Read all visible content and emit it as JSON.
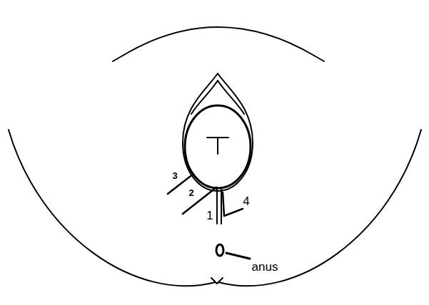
{
  "diagram": {
    "labels": [
      "3",
      "2",
      "4",
      "1",
      "anus"
    ]
  }
}
